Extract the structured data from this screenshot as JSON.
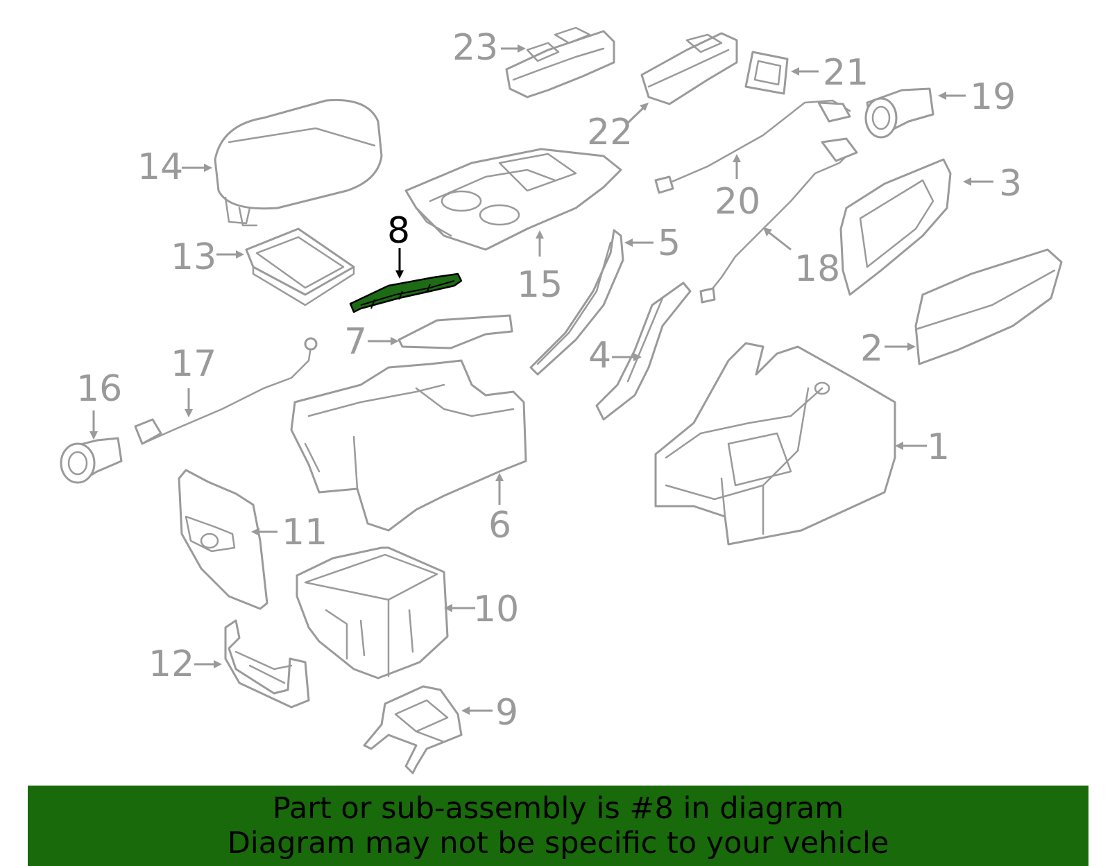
{
  "highlighted_part": "8",
  "callouts": [
    "1",
    "2",
    "3",
    "4",
    "5",
    "6",
    "7",
    "8",
    "9",
    "10",
    "11",
    "12",
    "13",
    "14",
    "15",
    "16",
    "17",
    "18",
    "19",
    "20",
    "21",
    "22",
    "23"
  ],
  "banner": {
    "line1": "Part or sub-assembly is #8 in diagram",
    "line2": "Diagram may not be specific to your vehicle"
  },
  "colors": {
    "highlight": "#1d6b14",
    "banner": "#186a0a",
    "line_art": "#9a9a9a"
  }
}
